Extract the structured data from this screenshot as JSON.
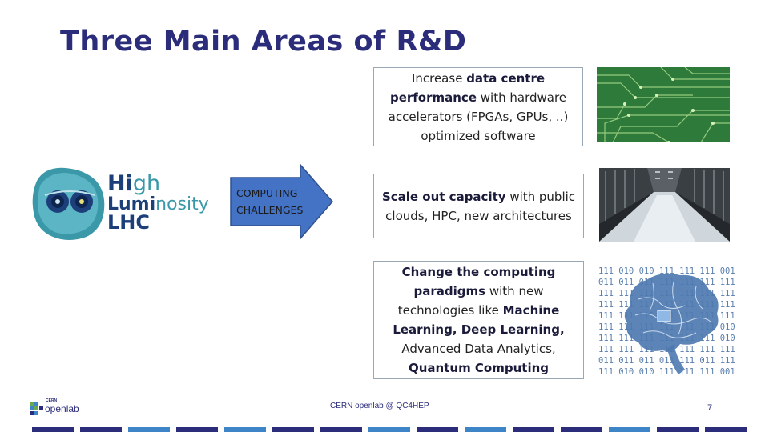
{
  "slide": {
    "title": "Three Main Areas of R&D"
  },
  "logo": {
    "line1_a": "Hi",
    "line1_b": "gh",
    "line2_a": "Lumi",
    "line2_b": "nosity",
    "line3": "LHC"
  },
  "arrow": {
    "line1": "COMPUTING",
    "line2": "CHALLENGES"
  },
  "box1": {
    "t1": "Increase ",
    "b1": "data centre performance",
    "t2": " with hardware accelerators (FPGAs, GPUs, ..) optimized software"
  },
  "box2": {
    "b1": "Scale out capacity",
    "t1": " with public clouds, HPC, new architectures"
  },
  "box3": {
    "b1": "Change the computing paradigms",
    "t1": " with new technologies like ",
    "b2": "Machine Learning, Deep Learning,",
    "t2": " Advanced Data Analytics, ",
    "b3": "Quantum Computing"
  },
  "binary_rows": [
    "111 010 010 111 111 111 001",
    "011 011 011 111 111 111 111",
    "111 111 111 111 111 111 111",
    "111 111 111 111 111 111 111",
    "111 111 111 111 111 111 111",
    "111 111 111 111 111 111 010",
    "111 111 111 111 111 111 010",
    "111 111 111 111 111 111 111",
    "011 011 011 011 111 011 111",
    "111 010 010 111 111 111 001"
  ],
  "footer": {
    "center": "CERN openlab @ QC4HEP",
    "page": "7",
    "brand_small": "CERN",
    "brand": "openlab"
  },
  "colors": {
    "title": "#2b2d7a",
    "arrow_fill": "#4472c4",
    "logo_teal": "#3a98a8",
    "logo_navy": "#1c3f7a"
  }
}
